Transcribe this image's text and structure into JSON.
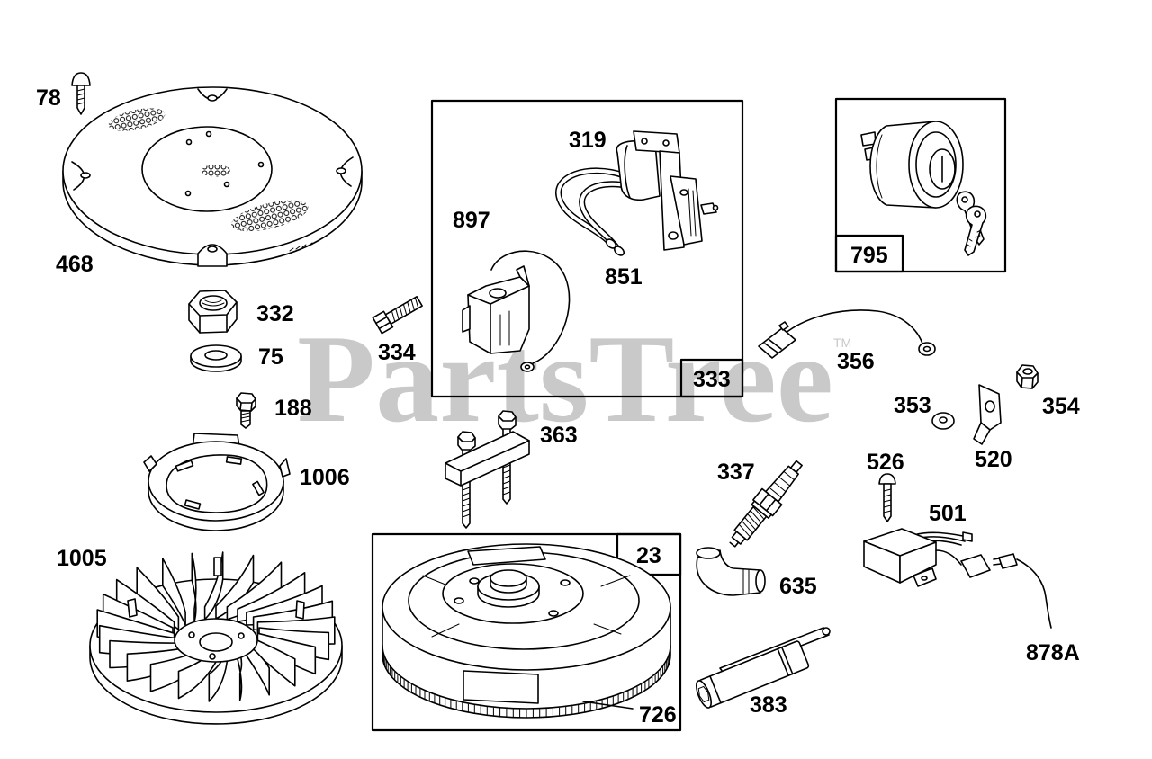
{
  "watermark": {
    "text": "PartsTree",
    "trademark": "TM"
  },
  "colors": {
    "ink": "#000000",
    "background": "#ffffff",
    "watermark": "#c9c9c9"
  },
  "parts": [
    {
      "number": "78"
    },
    {
      "number": "468"
    },
    {
      "number": "332"
    },
    {
      "number": "75"
    },
    {
      "number": "188"
    },
    {
      "number": "1006"
    },
    {
      "number": "1005"
    },
    {
      "number": "334"
    },
    {
      "number": "897"
    },
    {
      "number": "319"
    },
    {
      "number": "851"
    },
    {
      "number": "333",
      "boxed": true
    },
    {
      "number": "363"
    },
    {
      "number": "23",
      "boxed": true
    },
    {
      "number": "726"
    },
    {
      "number": "795",
      "boxed": true
    },
    {
      "number": "356"
    },
    {
      "number": "353"
    },
    {
      "number": "354"
    },
    {
      "number": "520"
    },
    {
      "number": "526"
    },
    {
      "number": "501"
    },
    {
      "number": "337"
    },
    {
      "number": "635"
    },
    {
      "number": "878A"
    },
    {
      "number": "383"
    }
  ]
}
